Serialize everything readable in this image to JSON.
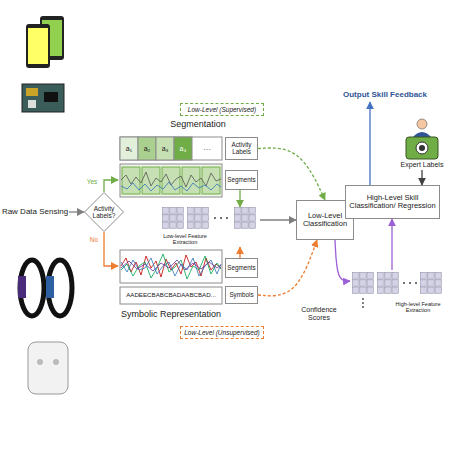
{
  "diagram": {
    "nodes": [
      {
        "text": [
          "Raw Data Sensing"
        ]
      },
      {
        "text": [
          "Activity Labels?"
        ]
      },
      {
        "text": [
          "Low-Level (Supervised)"
        ]
      },
      {
        "text": [
          "Segmentation"
        ]
      },
      {
        "text": [
          "Activity Labels"
        ]
      },
      {
        "text": [
          "Segments"
        ]
      },
      {
        "text": [
          "Low-level Feature Extraction"
        ]
      },
      {
        "text": [
          "AADEECBABCBADAABCBAD...",
          "Symbolic Representation"
        ]
      },
      {
        "text": [
          "Segments"
        ]
      },
      {
        "text": [
          "Symbols"
        ]
      },
      {
        "text": [
          "Low-Level (Unsupervised)"
        ]
      },
      {
        "text": [
          "Low-Level Classification"
        ]
      },
      {
        "text": [
          "High-level Feature Extraction"
        ]
      },
      {
        "text": [
          "High-Level Skill Classification/ Regression"
        ]
      },
      {
        "text": [
          "Expert Labels"
        ]
      },
      {
        "text": [
          "Output Skill Feedback"
        ]
      }
    ],
    "edges": [
      {
        "from": 0,
        "to": 1,
        "arrow": "to"
      },
      {
        "from": 1,
        "to": 3,
        "arrow": "to",
        "label": "Yes"
      },
      {
        "from": 1,
        "to": 7,
        "arrow": "to",
        "label": "No"
      },
      {
        "from": 5,
        "to": 6,
        "arrow": "to"
      },
      {
        "from": 8,
        "to": 6,
        "arrow": "to"
      },
      {
        "from": 6,
        "to": 11,
        "arrow": "to"
      },
      {
        "from": 4,
        "to": 11,
        "arrow": "to"
      },
      {
        "from": 9,
        "to": 11,
        "arrow": "to"
      },
      {
        "from": 11,
        "to": 12,
        "arrow": "to"
      },
      {
        "from": 12,
        "to": 13,
        "arrow": "to"
      },
      {
        "from": 14,
        "to": 13,
        "arrow": "to"
      },
      {
        "from": 13,
        "to": 15,
        "arrow": "to"
      }
    ],
    "labels": [
      "a₁",
      "a₂",
      "a₃",
      "a₄",
      "…",
      "Confidence Scores"
    ]
  }
}
